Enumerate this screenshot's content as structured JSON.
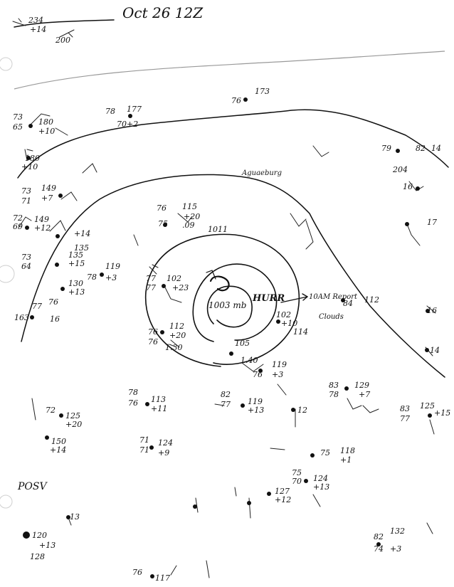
{
  "map": {
    "title": "Oct 26 12Z",
    "center_label": "1003 mb",
    "hurricane_label": "HURR",
    "report_label": "10AM Report",
    "place_label": "Aguaeburg",
    "observation_text": "Clouds",
    "legend_code": "POSV",
    "isobar_labels": [
      {
        "id": "isobar-1011",
        "text": "1011"
      }
    ],
    "stations": [
      {
        "id": "s-topleft",
        "lines": [
          "234",
          "+14",
          "200"
        ]
      },
      {
        "id": "s-left-180",
        "lines": [
          "73",
          "65",
          "180",
          "+10"
        ]
      },
      {
        "id": "s-left-180b",
        "lines": [
          "180",
          "+10"
        ]
      },
      {
        "id": "s-left-149",
        "lines": [
          "73",
          "71",
          "149",
          "+7"
        ]
      },
      {
        "id": "s-left-149b",
        "lines": [
          "72",
          "69",
          "149",
          "+12"
        ]
      },
      {
        "id": "s-135",
        "lines": [
          "73",
          "64",
          "135",
          "+15",
          "135",
          "+14"
        ]
      },
      {
        "id": "s-130",
        "lines": [
          "130",
          "+13"
        ]
      },
      {
        "id": "s-119a",
        "lines": [
          "78",
          "119",
          "+3"
        ]
      },
      {
        "id": "s-115",
        "lines": [
          "76",
          "115",
          "75",
          "+20",
          ".09"
        ]
      },
      {
        "id": "s-102",
        "lines": [
          "77",
          "102",
          "77",
          "+23"
        ]
      },
      {
        "id": "s-112",
        "lines": [
          "76",
          "112",
          "76",
          "+20",
          "1.30"
        ]
      },
      {
        "id": "s-102b",
        "lines": [
          "102",
          "+10",
          "114"
        ]
      },
      {
        "id": "s-105",
        "lines": [
          "105",
          "1.40"
        ]
      },
      {
        "id": "s-119b",
        "lines": [
          "119",
          "76",
          "+3"
        ]
      },
      {
        "id": "s-84",
        "lines": [
          "84",
          "112"
        ]
      },
      {
        "id": "s-113",
        "lines": [
          "78",
          "76",
          "113",
          "+11"
        ]
      },
      {
        "id": "s-125a",
        "lines": [
          "72",
          "125",
          "+20"
        ]
      },
      {
        "id": "s-150",
        "lines": [
          "150",
          "+14"
        ]
      },
      {
        "id": "s-119c",
        "lines": [
          "82",
          "77",
          "119",
          "+13"
        ]
      },
      {
        "id": "s-124a",
        "lines": [
          "71",
          "71",
          "124",
          "+9"
        ]
      },
      {
        "id": "s-129",
        "lines": [
          "83",
          "78",
          "129",
          "+7"
        ]
      },
      {
        "id": "s-125b",
        "lines": [
          "83",
          "77",
          "125",
          "+15"
        ]
      },
      {
        "id": "s-118",
        "lines": [
          "75",
          "118",
          "+1"
        ]
      },
      {
        "id": "s-124b",
        "lines": [
          "75",
          "70",
          "124",
          "+13"
        ]
      },
      {
        "id": "s-127",
        "lines": [
          "127",
          "+12"
        ]
      },
      {
        "id": "s-13",
        "lines": [
          "13"
        ]
      },
      {
        "id": "s-120",
        "lines": [
          "120",
          "+13",
          "128"
        ]
      },
      {
        "id": "s-132",
        "lines": [
          "82",
          "132",
          "74",
          "+3"
        ]
      },
      {
        "id": "s-117",
        "lines": [
          "76",
          "117"
        ]
      },
      {
        "id": "s-173",
        "lines": [
          "76",
          "173"
        ]
      },
      {
        "id": "s-177",
        "lines": [
          "78",
          "177",
          "70",
          "+2"
        ]
      },
      {
        "id": "s-182",
        "lines": [
          "79",
          "82",
          "14",
          "204"
        ]
      },
      {
        "id": "s-16a",
        "lines": [
          "16"
        ]
      },
      {
        "id": "s-17",
        "lines": [
          "17"
        ]
      },
      {
        "id": "s-16b",
        "lines": [
          "16"
        ]
      },
      {
        "id": "s-14",
        "lines": [
          "14"
        ]
      },
      {
        "id": "s-12",
        "lines": [
          "12"
        ]
      },
      {
        "id": "s-163",
        "lines": [
          "77",
          "163",
          "76",
          "16"
        ]
      }
    ]
  }
}
